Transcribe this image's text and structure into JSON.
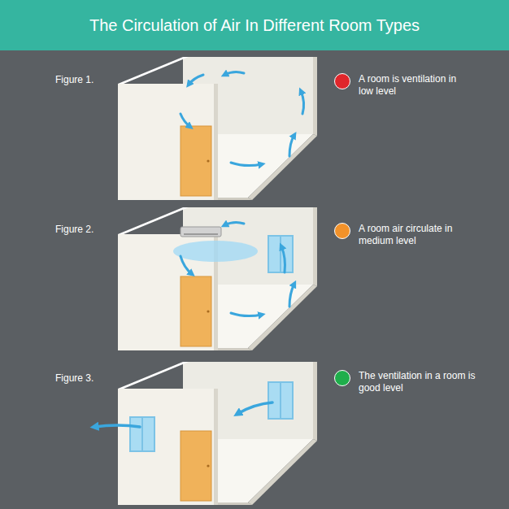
{
  "diagram": {
    "title": "The Circulation of Air In Different Room Types",
    "labels": [
      "Figure 1.",
      "Figure 2.",
      "Figure 3."
    ],
    "legend": [
      {
        "text": "A room is ventilation in low level",
        "color": "#e0262b"
      },
      {
        "text": "A room air circulate in medium level",
        "color": "#f2922a"
      },
      {
        "text": "The ventilation in a room is good level",
        "color": "#1fae4b"
      }
    ]
  }
}
